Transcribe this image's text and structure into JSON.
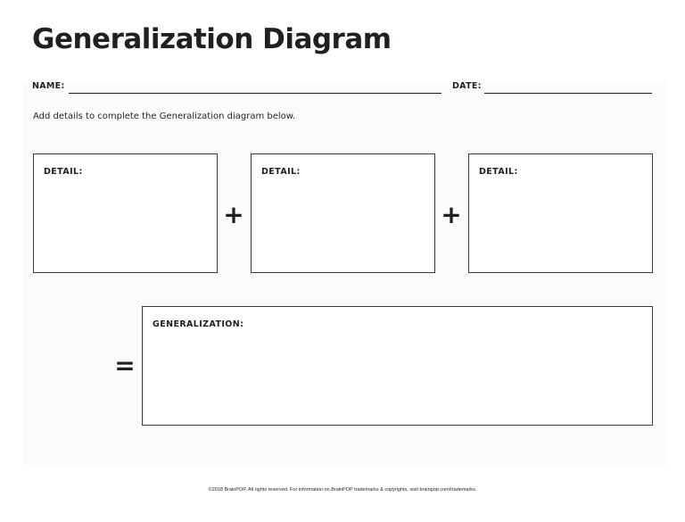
{
  "header": {
    "title": "Generalization Diagram",
    "name_label": "NAME:",
    "date_label": "DATE:"
  },
  "instructions": "Add details to complete the Generalization diagram below.",
  "detail_boxes": [
    {
      "label": "DETAIL:"
    },
    {
      "label": "DETAIL:"
    },
    {
      "label": "DETAIL:"
    }
  ],
  "operators": {
    "plus": "+",
    "equals": "="
  },
  "generalization_box": {
    "label": "GENERALIZATION:"
  },
  "footer": "©2018 BrainPOP. All rights reserved. For information on BrainPOP trademarks & copyrights, visit brainpop.com/trademarks."
}
